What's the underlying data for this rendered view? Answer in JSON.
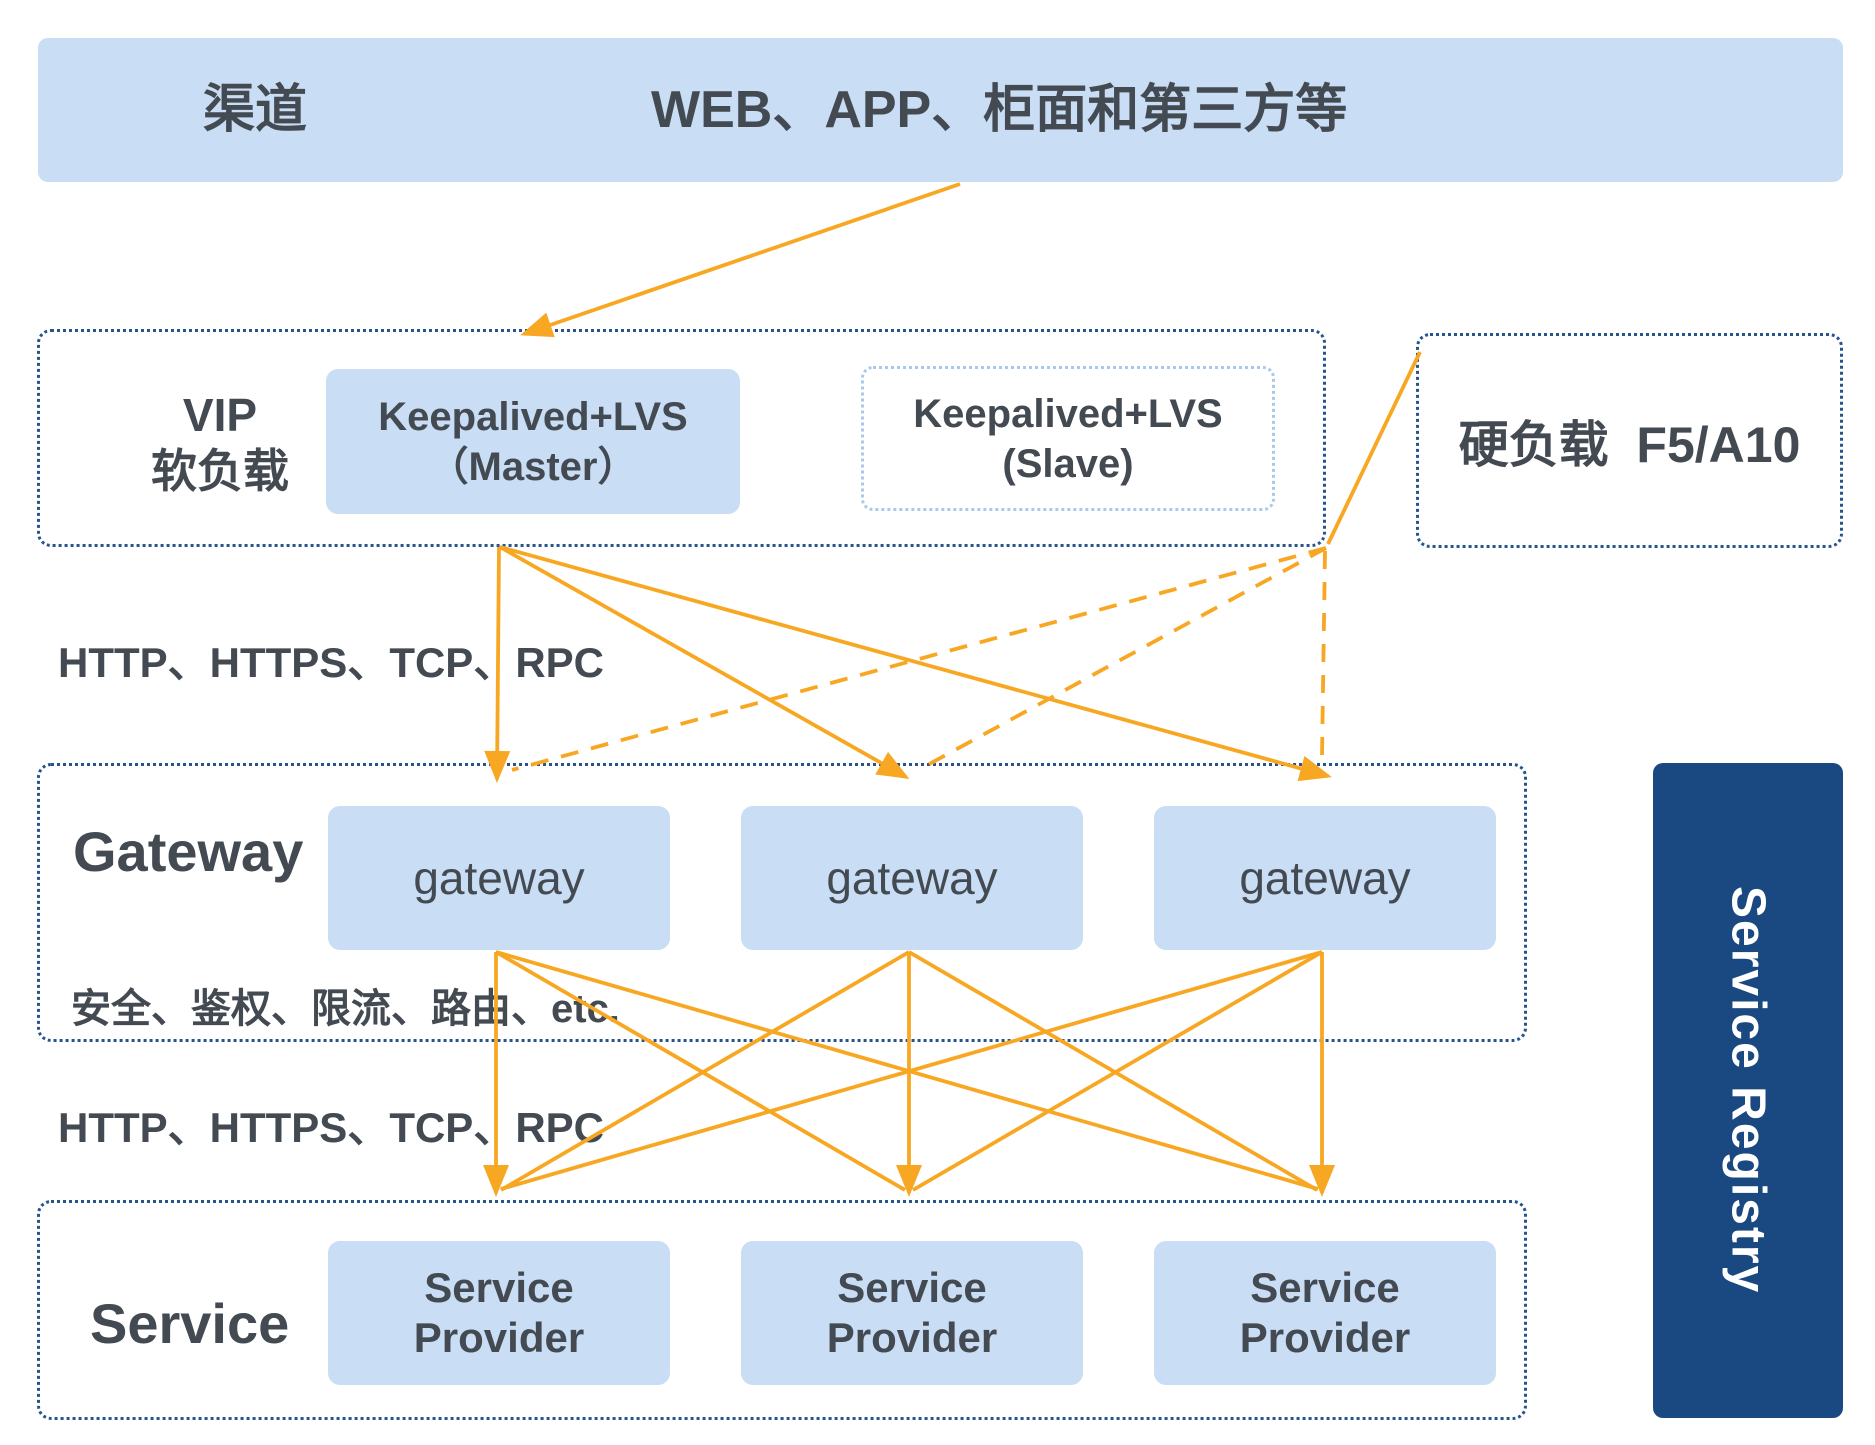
{
  "colors": {
    "accent_orange": "#F8A723",
    "box_fill_blue": "#C9DDF5",
    "container_border": "#27548D",
    "slave_border": "#A9C9EC",
    "text_dark": "#434A52",
    "registry_fill": "#1A4880",
    "registry_text": "#FFFFFF"
  },
  "channel_bar": {
    "label": "渠道",
    "content": "WEB、APP、柜面和第三方等"
  },
  "vip_section": {
    "title": "VIP\n软负载",
    "master_node": "Keepalived+LVS\n（Master）",
    "slave_node": "Keepalived+LVS\n(Slave)"
  },
  "hard_load": {
    "label": "硬负载  F5/A10"
  },
  "labels": {
    "protocols_top": "HTTP、HTTPS、TCP、RPC",
    "protocols_bottom": "HTTP、HTTPS、TCP、RPC",
    "gateway_features": "安全、鉴权、限流、路由、etc."
  },
  "gateway_section": {
    "title": "Gateway",
    "nodes": [
      "gateway",
      "gateway",
      "gateway"
    ]
  },
  "service_section": {
    "title": "Service",
    "nodes": [
      "Service\nProvider",
      "Service\nProvider",
      "Service\nProvider"
    ]
  },
  "registry": {
    "label": "Service Registry"
  }
}
